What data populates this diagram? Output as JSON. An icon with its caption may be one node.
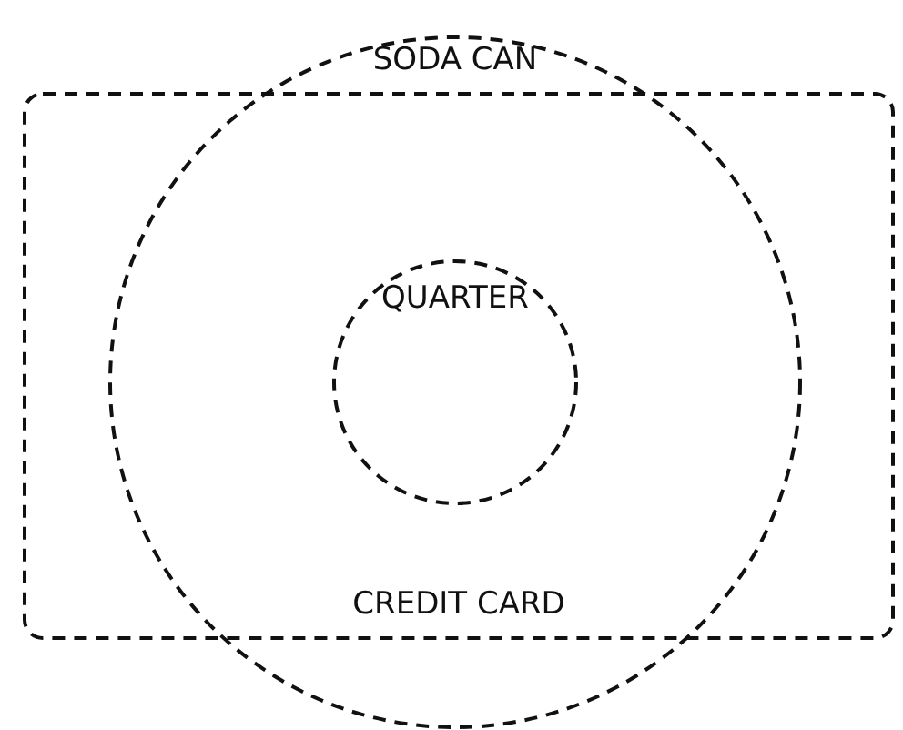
{
  "diagram": {
    "nodes": [
      {
        "text": [
          "SODA CAN"
        ]
      },
      {
        "text": [
          "QUARTER"
        ]
      },
      {
        "text": [
          "CREDIT CARD"
        ]
      }
    ],
    "edges": []
  }
}
